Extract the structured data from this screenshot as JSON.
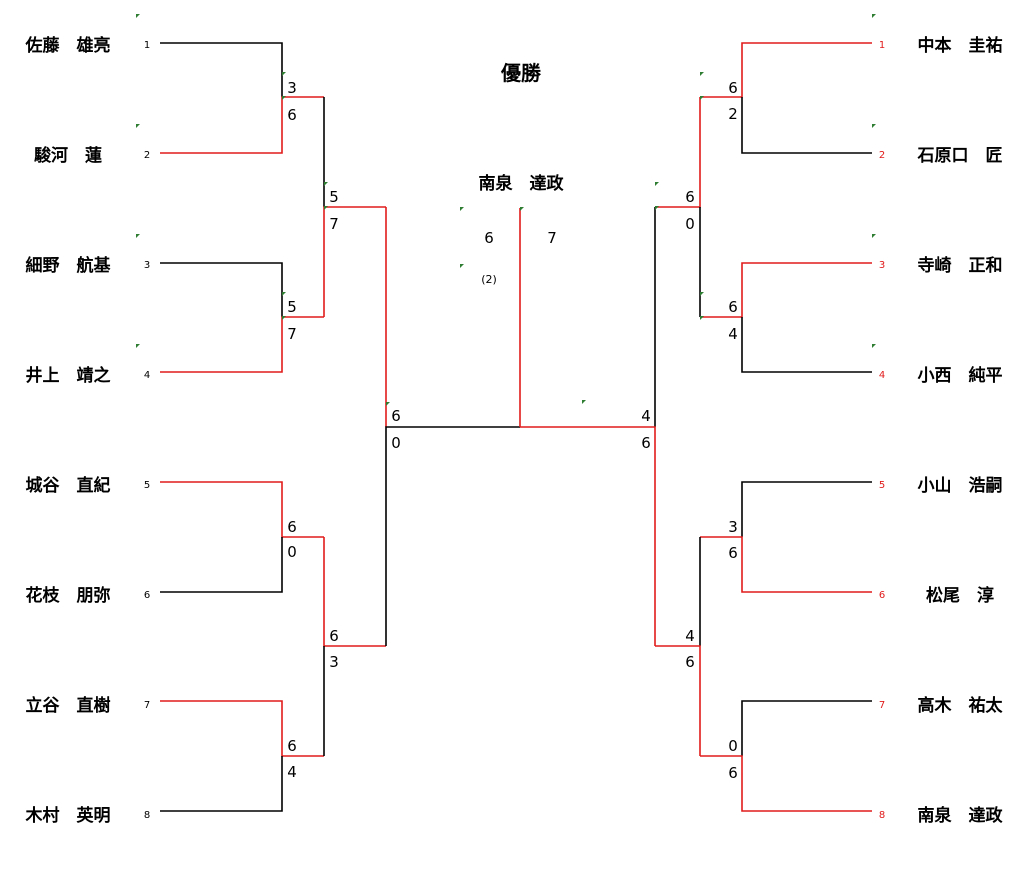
{
  "title": "優勝",
  "colors": {
    "winner_line": "#e11b1b",
    "line": "#000000",
    "marker": "#2e7d32"
  },
  "champion": {
    "name": "南泉　達政",
    "score_left": "6",
    "score_right": "7",
    "tiebreak": "(2)"
  },
  "left_players": [
    {
      "seed": "1",
      "name": "佐藤　雄亮"
    },
    {
      "seed": "2",
      "name": "駿河　蓮"
    },
    {
      "seed": "3",
      "name": "細野　航基"
    },
    {
      "seed": "4",
      "name": "井上　靖之"
    },
    {
      "seed": "5",
      "name": "城谷　直紀"
    },
    {
      "seed": "6",
      "name": "花枝　朋弥"
    },
    {
      "seed": "7",
      "name": "立谷　直樹"
    },
    {
      "seed": "8",
      "name": "木村　英明"
    }
  ],
  "right_players": [
    {
      "seed": "1",
      "name": "中本　圭祐"
    },
    {
      "seed": "2",
      "name": "石原口　匠"
    },
    {
      "seed": "3",
      "name": "寺崎　正和"
    },
    {
      "seed": "4",
      "name": "小西　純平"
    },
    {
      "seed": "5",
      "name": "小山　浩嗣"
    },
    {
      "seed": "6",
      "name": "松尾　淳"
    },
    {
      "seed": "7",
      "name": "高木　祐太"
    },
    {
      "seed": "8",
      "name": "南泉　達政"
    }
  ],
  "left_r1_scores": [
    [
      "3",
      "6"
    ],
    [
      "5",
      "7"
    ],
    [
      "6",
      "0"
    ],
    [
      "6",
      "4"
    ]
  ],
  "left_r2_scores": [
    [
      "5",
      "7"
    ],
    [
      "6",
      "3"
    ]
  ],
  "left_sf_scores": [
    "6",
    "0"
  ],
  "right_r1_scores": [
    [
      "6",
      "2"
    ],
    [
      "6",
      "4"
    ],
    [
      "3",
      "6"
    ],
    [
      "0",
      "6"
    ]
  ],
  "right_r2_scores": [
    [
      "6",
      "0"
    ],
    [
      "4",
      "6"
    ]
  ],
  "right_sf_scores": [
    "4",
    "6"
  ]
}
